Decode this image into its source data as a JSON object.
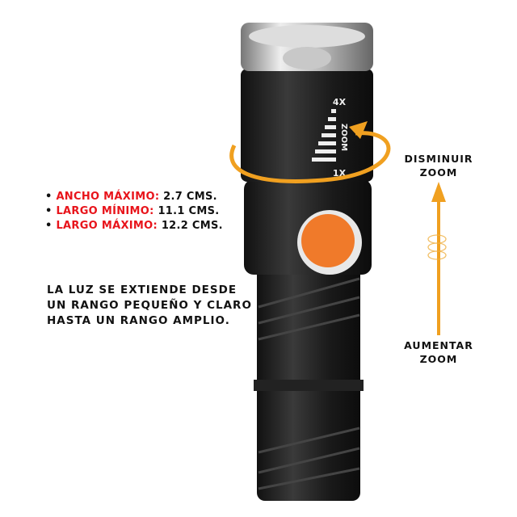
{
  "specs": [
    {
      "label": "ANCHO MÁXIMO:",
      "value": "2.7 CMS."
    },
    {
      "label": "LARGO MÍNIMO:",
      "value": "11.1 CMS."
    },
    {
      "label": "LARGO MÁXIMO:",
      "value": "12.2 CMS."
    }
  ],
  "description": "LA LUZ SE EXTIENDE DESDE UN RANGO PEQUEÑO Y CLARO HASTA UN RANGO AMPLIO.",
  "zoom_scale": {
    "max": "4X",
    "min": "1X",
    "word": "ZOOM"
  },
  "labels": {
    "decrease_line1": "DISMINUIR",
    "decrease_line2": "ZOOM",
    "increase_line1": "AUMENTAR",
    "increase_line2": "ZOOM"
  },
  "colors": {
    "accent": "#f0a020",
    "red": "#e8141b",
    "button": "#f07a2a",
    "body": "#1c1c1c"
  }
}
